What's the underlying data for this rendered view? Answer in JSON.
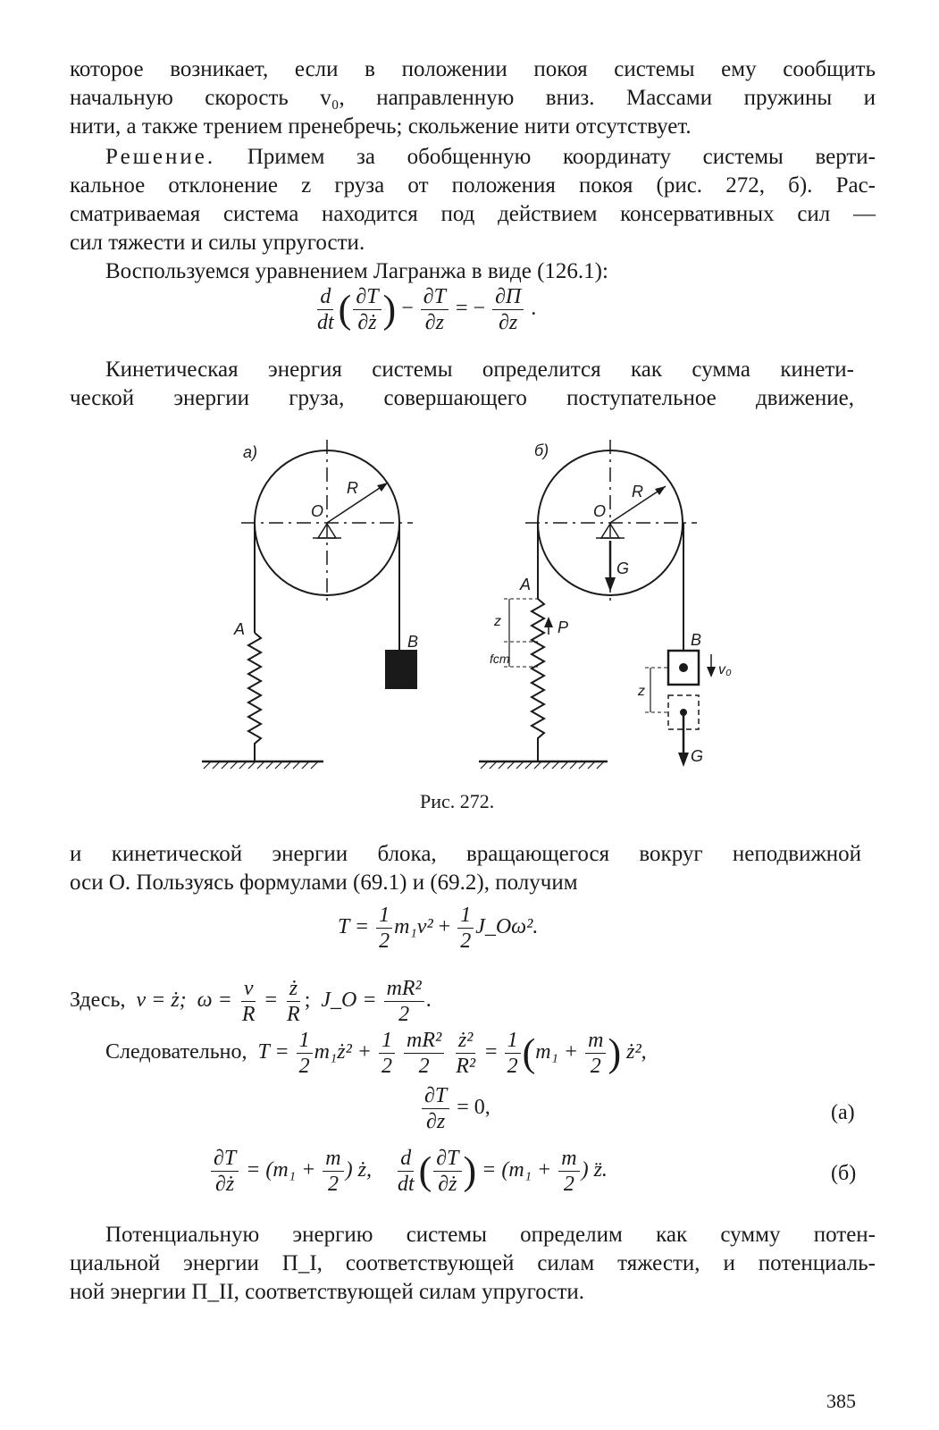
{
  "paragraph1": [
    "которое возникает, если в положении покоя системы ему сообщить",
    "начальную скорость v₀, направленную вниз. Массами пружины и",
    "нити, а также трением пренебречь; скольжение нити отсутствует."
  ],
  "solution": {
    "heading": "Решение.",
    "line1_rest": "Примем за обобщенную координату системы верти-",
    "lines": [
      "кальное отклонение z груза от положения покоя (рис. 272, б). Рас-",
      "сматриваемая система находится под действием консервативных сил —",
      "сил тяжести и силы упругости."
    ]
  },
  "lagrange_intro": "Воспользуемся уравнением Лагранжа в виде (126.1):",
  "equation_lagrange": {
    "d": "d",
    "dt": "dt",
    "dT": "∂T",
    "dzdot": "∂ż",
    "dz": "∂z",
    "dPi": "∂Π",
    "eq": "=",
    "minus": "−"
  },
  "kinetic_intro": [
    "Кинетическая энергия системы определится как сумма кинети-",
    "ческой энергии груза, совершающего поступательное движение,"
  ],
  "figure": {
    "label_a": "a)",
    "label_b": "б)",
    "O": "O",
    "R": "R",
    "A": "A",
    "B": "B",
    "G": "G",
    "P": "P",
    "z": "z",
    "fst": "fст",
    "v0": "v₀",
    "G_weight": "G",
    "caption": "Рис. 272."
  },
  "continuation": [
    "и кинетической энергии блока, вращающегося вокруг неподвижной",
    "оси O. Пользуясь формулами (69.1) и (69.2), получим"
  ],
  "eq_T": {
    "lhs": "T =",
    "one": "1",
    "two": "2",
    "term1": "m₁v²",
    "plus": "+",
    "term2": "J_Oω²."
  },
  "here": {
    "label": "Здесь,",
    "v_eq": "v = ż;",
    "omega": "ω =",
    "v": "v",
    "R": "R",
    "zdot": "ż",
    "J": "J_O =",
    "mR2": "mR²",
    "two": "2"
  },
  "therefore": {
    "label": "Следовательно,",
    "expr_lhs": "T =",
    "one": "1",
    "two": "2",
    "m1z2": "m₁ż² +",
    "mR2": "mR²",
    "z2": "ż²",
    "R2": "R²",
    "eq": "=",
    "paren_open": "(",
    "m1": "m₁ +",
    "m": "m",
    "paren_close": ")",
    "z2_end": "ż²,"
  },
  "eq_a": {
    "num": "∂T",
    "den": "∂z",
    "rhs": "= 0,",
    "tag": "(а)"
  },
  "eq_b": {
    "num": "∂T",
    "den": "∂ż",
    "rhs1": "= (m₁ +",
    "m": "m",
    "two": "2",
    "rhs1_end": ") ż,",
    "d": "d",
    "dt": "dt",
    "inner_num": "∂T",
    "inner_den": "∂ż",
    "rhs2": "= (m₁ +",
    "rhs2_end": ") z̈.",
    "tag": "(б)"
  },
  "potential": [
    "Потенциальную энергию системы определим как сумму потен-",
    "циальной энергии Π_I, соответствующей силам тяжести, и потенциаль-",
    "ной энергии Π_II, соответствующей силам упругости."
  ],
  "page_number": "385"
}
